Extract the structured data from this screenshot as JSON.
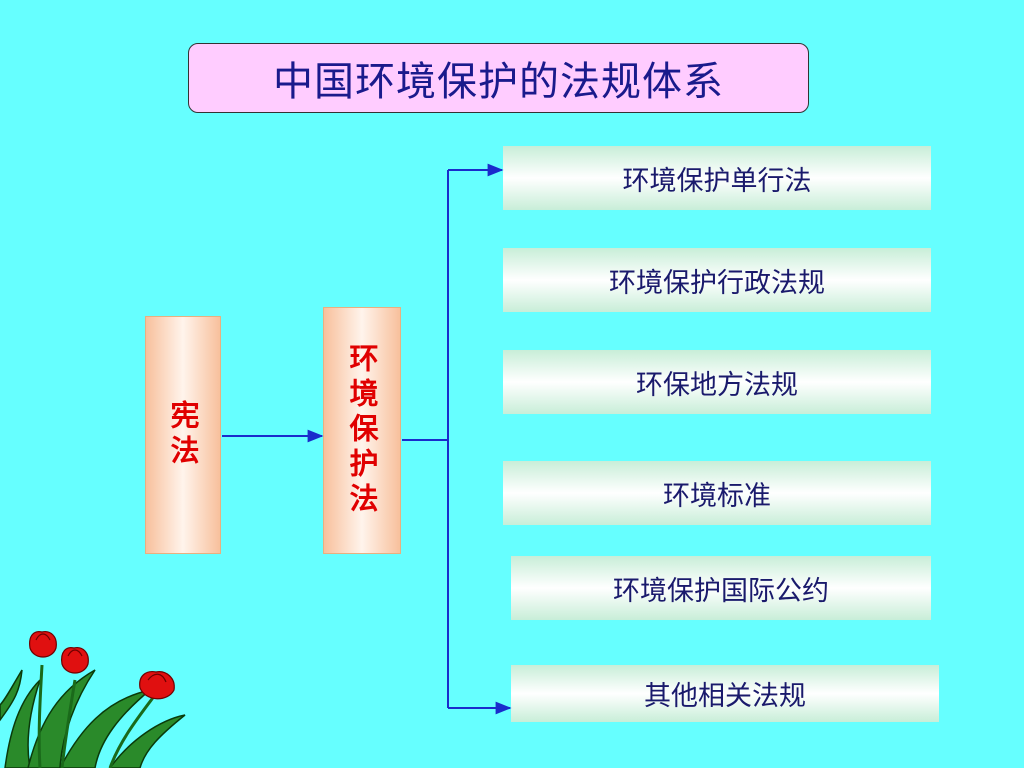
{
  "title": "中国环境保护的法规体系",
  "source": {
    "label": "宪法"
  },
  "middle": {
    "label": "环境保护法"
  },
  "items": [
    {
      "label": "环境保护单行法"
    },
    {
      "label": "环境保护行政法规"
    },
    {
      "label": "环保地方法规"
    },
    {
      "label": "环境标准"
    },
    {
      "label": "环境保护国际公约"
    },
    {
      "label": "其他相关法规"
    }
  ],
  "colors": {
    "background": "#66ffff",
    "title_box": "#ffccff",
    "title_text": "#1a1a8c",
    "connector": "#1a2ccc",
    "vertical_text": "#e00000"
  },
  "decoration": "tulip-flowers"
}
